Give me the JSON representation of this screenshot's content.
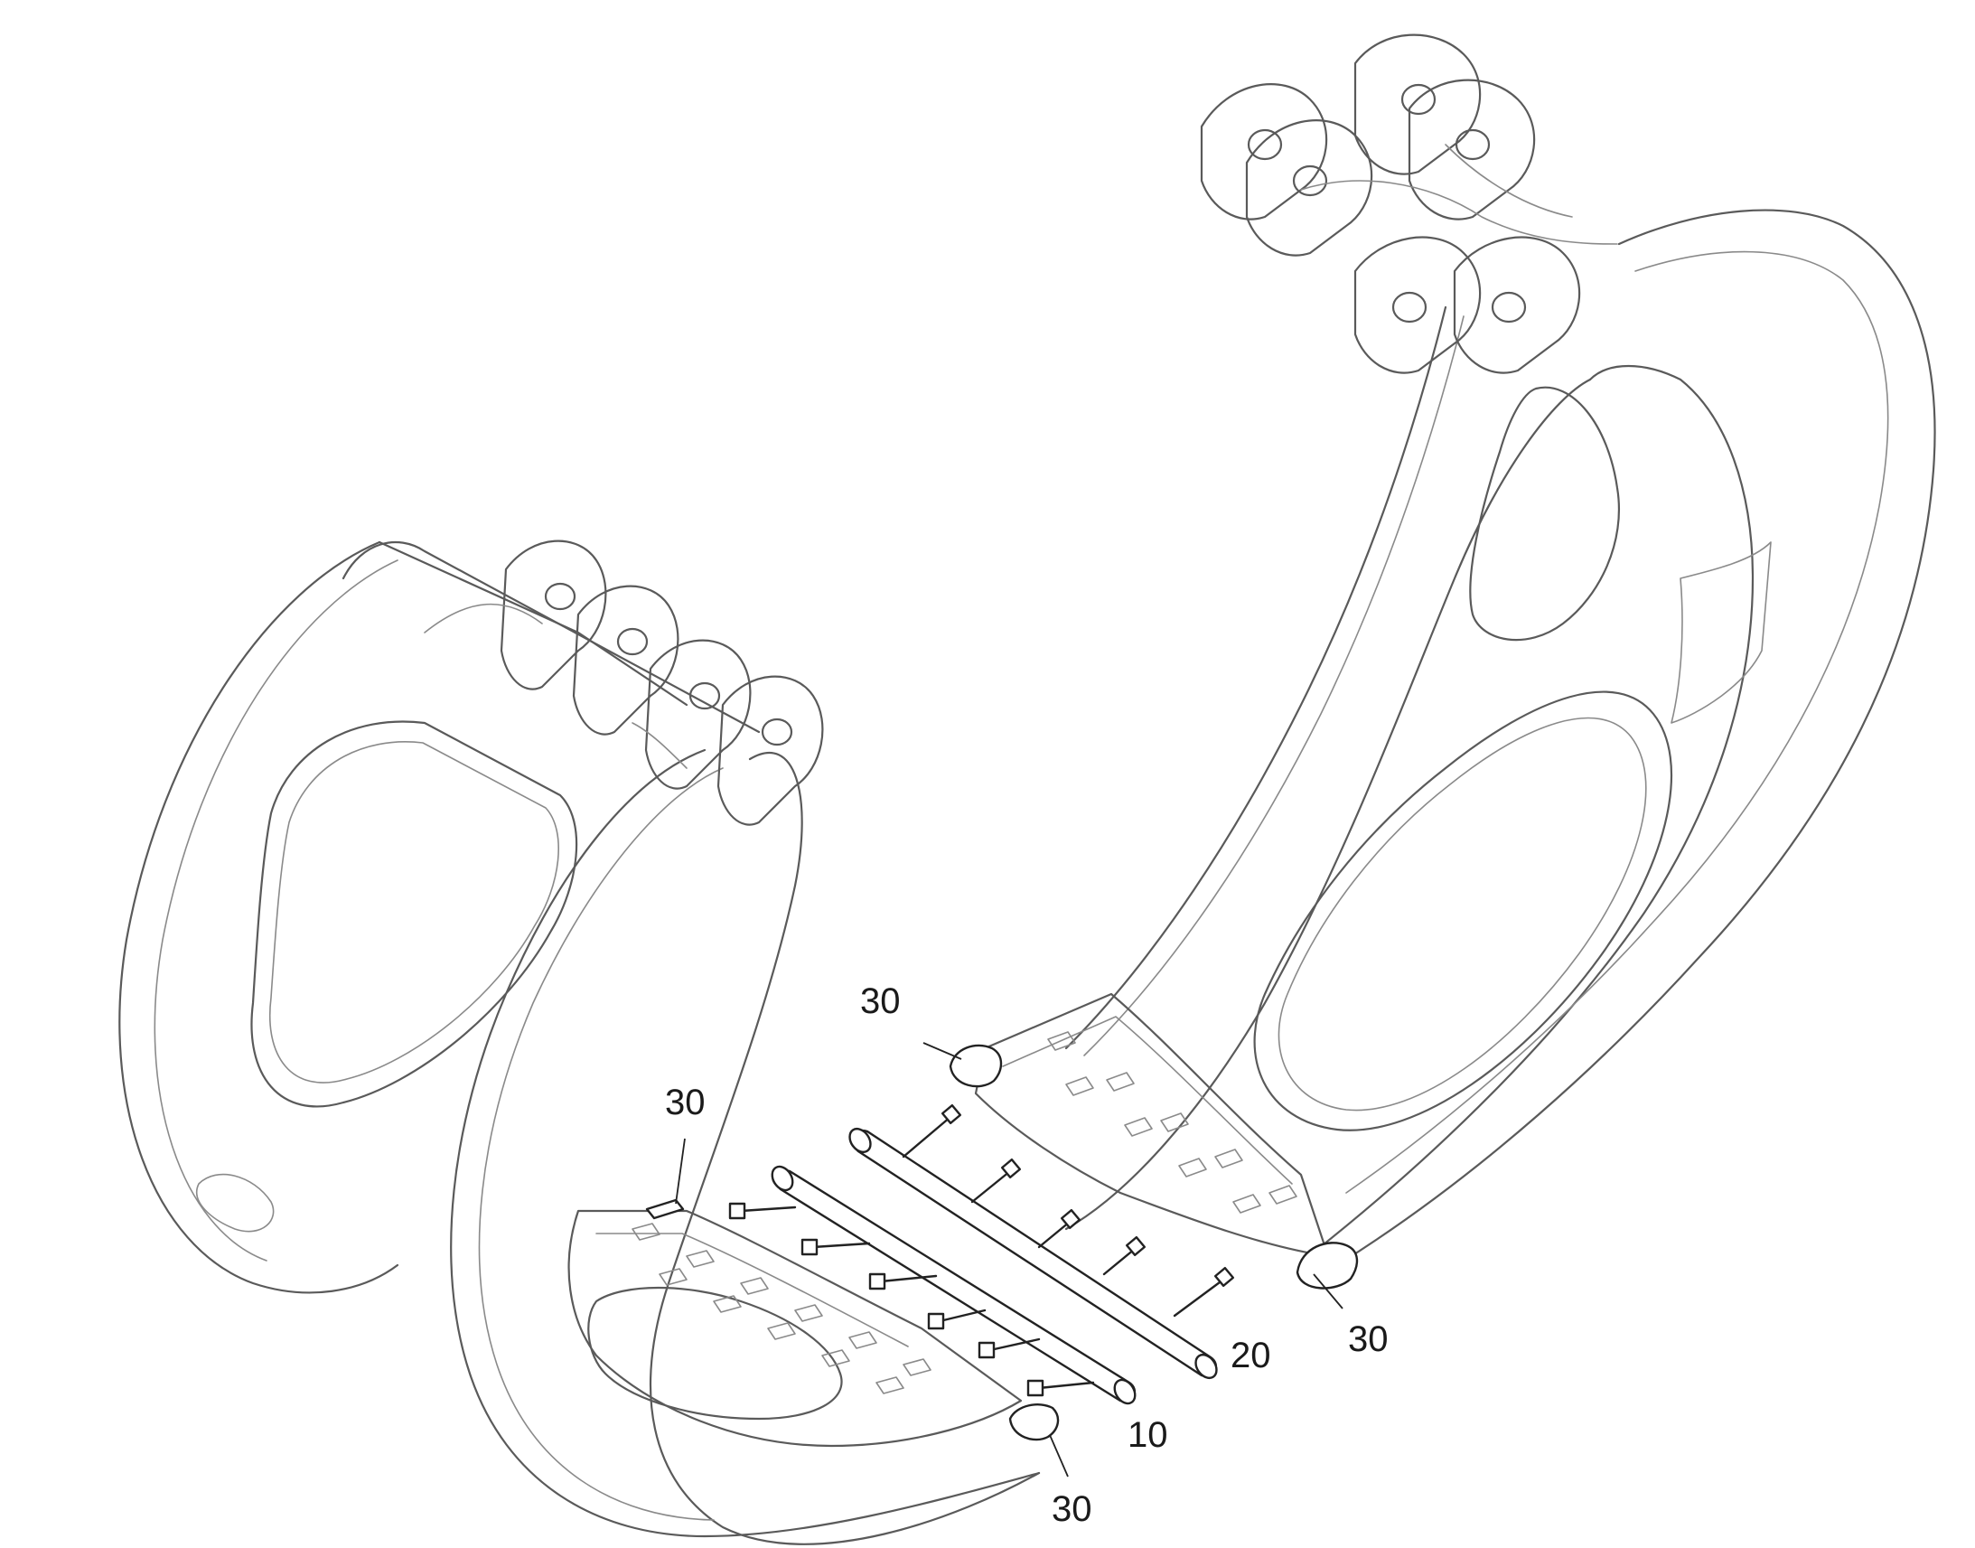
{
  "labels": {
    "pad_top_right": "30",
    "pad_right": "30",
    "pad_left_top": "30",
    "pad_left_bottom": "30",
    "bar_upper": "20",
    "bar_lower": "10"
  }
}
